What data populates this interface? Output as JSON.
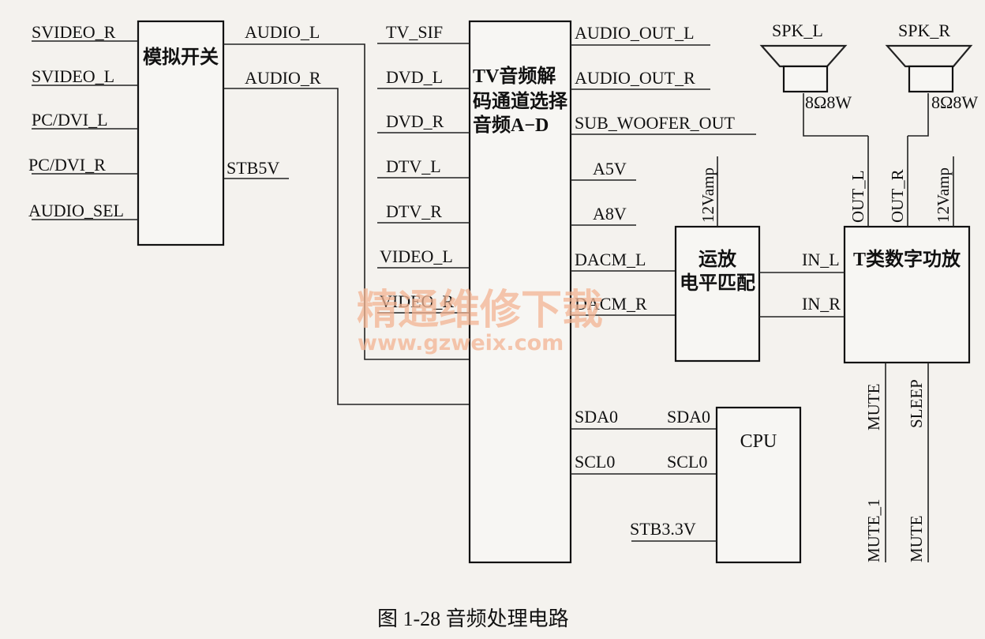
{
  "blocks": {
    "analog_switch": "模拟开关",
    "decoder": [
      "TV音频解",
      "码通道选择",
      "音频A−D"
    ],
    "opamp": [
      "运放",
      "电平匹配"
    ],
    "amplifier": "T类数字功放",
    "cpu": "CPU"
  },
  "switch_inputs": [
    "SVIDEO_R",
    "SVIDEO_L",
    "PC/DVI_L",
    "PC/DVI_R",
    "AUDIO_SEL"
  ],
  "switch_outputs": {
    "audio_l": "AUDIO_L",
    "audio_r": "AUDIO_R",
    "stb5v": "STB5V"
  },
  "decoder_inputs": [
    "TV_SIF",
    "DVD_L",
    "DVD_R",
    "DTV_L",
    "DTV_R",
    "VIDEO_L",
    "VIDEO_R"
  ],
  "decoder_outputs": [
    "AUDIO_OUT_L",
    "AUDIO_OUT_R",
    "SUB_WOOFER_OUT",
    "A5V",
    "A8V",
    "DACM_L",
    "DACM_R",
    "SDA0",
    "SCL0"
  ],
  "opamp_supply": "12Vamp",
  "amp_pins": {
    "in_l": "IN_L",
    "in_r": "IN_R",
    "out_l": "OUT_L",
    "out_r": "OUT_R",
    "supply": "12Vamp",
    "mute": "MUTE",
    "sleep": "SLEEP"
  },
  "cpu_pins": {
    "sda": "SDA0",
    "scl": "SCL0",
    "stb": "STB3.3V",
    "mute_1": "MUTE_1",
    "mute": "MUTE"
  },
  "speakers": [
    {
      "name": "SPK_L",
      "rating": "8Ω8W"
    },
    {
      "name": "SPK_R",
      "rating": "8Ω8W"
    }
  ],
  "caption": "图 1-28    音频处理电路",
  "watermark": {
    "title": "精通维修下载",
    "url": "www.gzweix.com"
  }
}
